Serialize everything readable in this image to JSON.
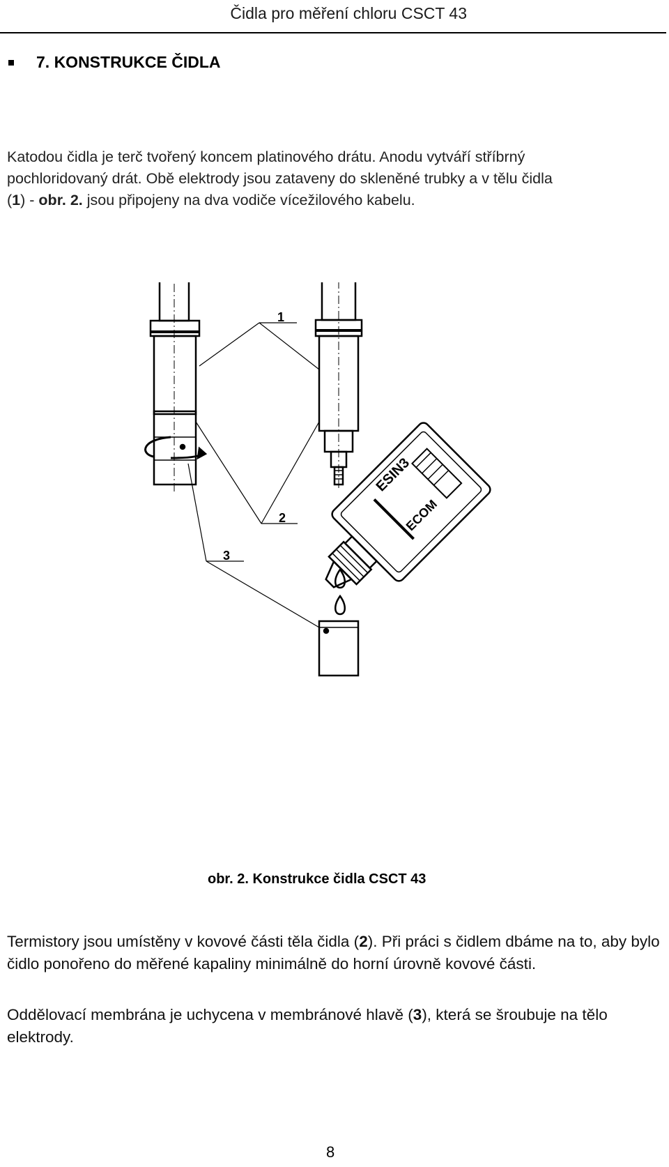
{
  "header": {
    "title": "Čidla pro měření chloru CSCT 43"
  },
  "section": {
    "title": "7. KONSTRUKCE ČIDLA"
  },
  "intro": {
    "line1_a": "Katodou čidla je terč tvořený koncem platinového drátu. Anodu vytváří",
    "line1_b": "stříbrný",
    "line2": "pochloridovaný drát. Obě elektrody jsou zataveny do skleněné trubky a v tělu čidla",
    "line3_open": "(",
    "line3_num": "1",
    "line3_mid": ") - ",
    "line3_ref": "obr. 2.",
    "line3_rest": " jsou připojeny na dva vodiče vícežilového kabelu."
  },
  "figure": {
    "callout_1": "1",
    "callout_2": "2",
    "callout_3": "3",
    "bottle_text_1": "ESIN3",
    "bottle_text_2": "ECOM"
  },
  "caption": "obr. 2. Konstrukce čidla CSCT 43",
  "para2": {
    "a": "Termistory jsou umístěny v kovové části těla čidla (",
    "num": "2",
    "b": "). Při práci s čidlem dbáme na to, aby bylo čidlo ponořeno do měřené kapaliny minimálně do horní úrovně kovové části."
  },
  "para3": {
    "a": "Oddělovací membrána je uchycena v membránové hlavě (",
    "num": "3",
    "b": "), která se šroubuje na tělo elektrody."
  },
  "page_number": "8"
}
